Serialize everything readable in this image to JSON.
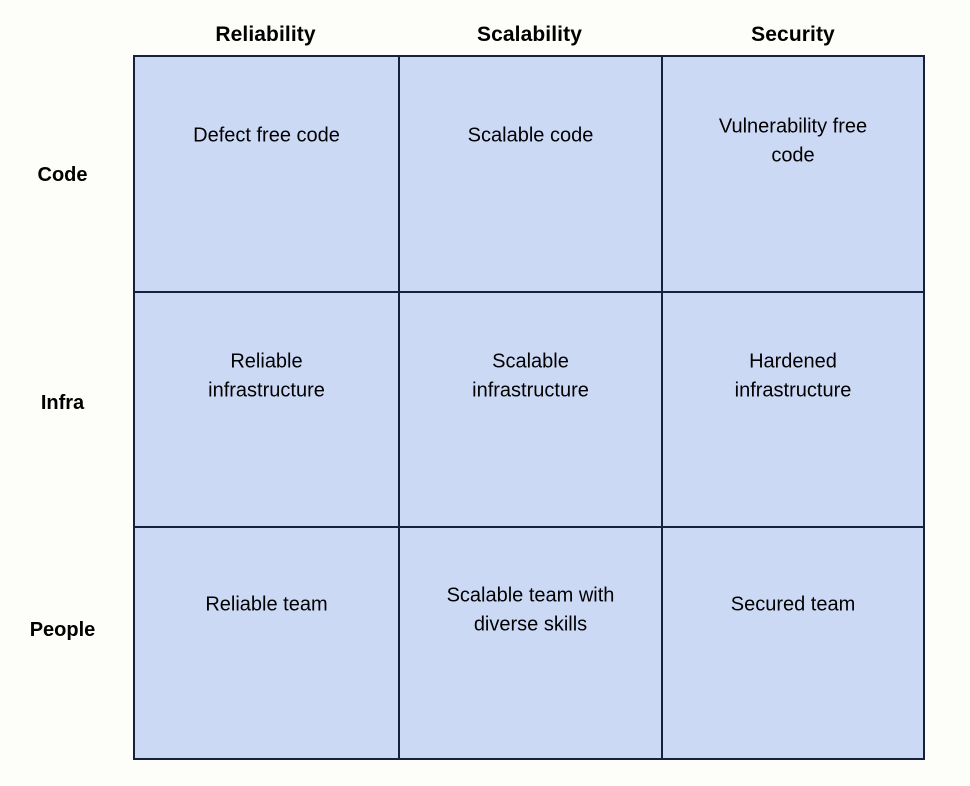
{
  "diagram": {
    "type": "matrix-grid",
    "rows": 3,
    "columns": 3,
    "colors": {
      "cell_fill": "#ccd9f5",
      "grid_line": "#16213d",
      "text": "#000000",
      "background": "#fdfdfa"
    },
    "column_headers": [
      {
        "label": "Reliability"
      },
      {
        "label": "Scalability"
      },
      {
        "label": "Security"
      }
    ],
    "row_headers": [
      {
        "label": "Code"
      },
      {
        "label": "Infra"
      },
      {
        "label": "People"
      }
    ],
    "cells": [
      [
        {
          "text": "Defect free code"
        },
        {
          "text": "Scalable code"
        },
        {
          "text": "Vulnerability free\ncode"
        }
      ],
      [
        {
          "text": "Reliable\ninfrastructure"
        },
        {
          "text": "Scalable\ninfrastructure"
        },
        {
          "text": "Hardened\ninfrastructure"
        }
      ],
      [
        {
          "text": "Reliable team"
        },
        {
          "text": "Scalable team with\ndiverse skills"
        },
        {
          "text": "Secured team"
        }
      ]
    ]
  }
}
